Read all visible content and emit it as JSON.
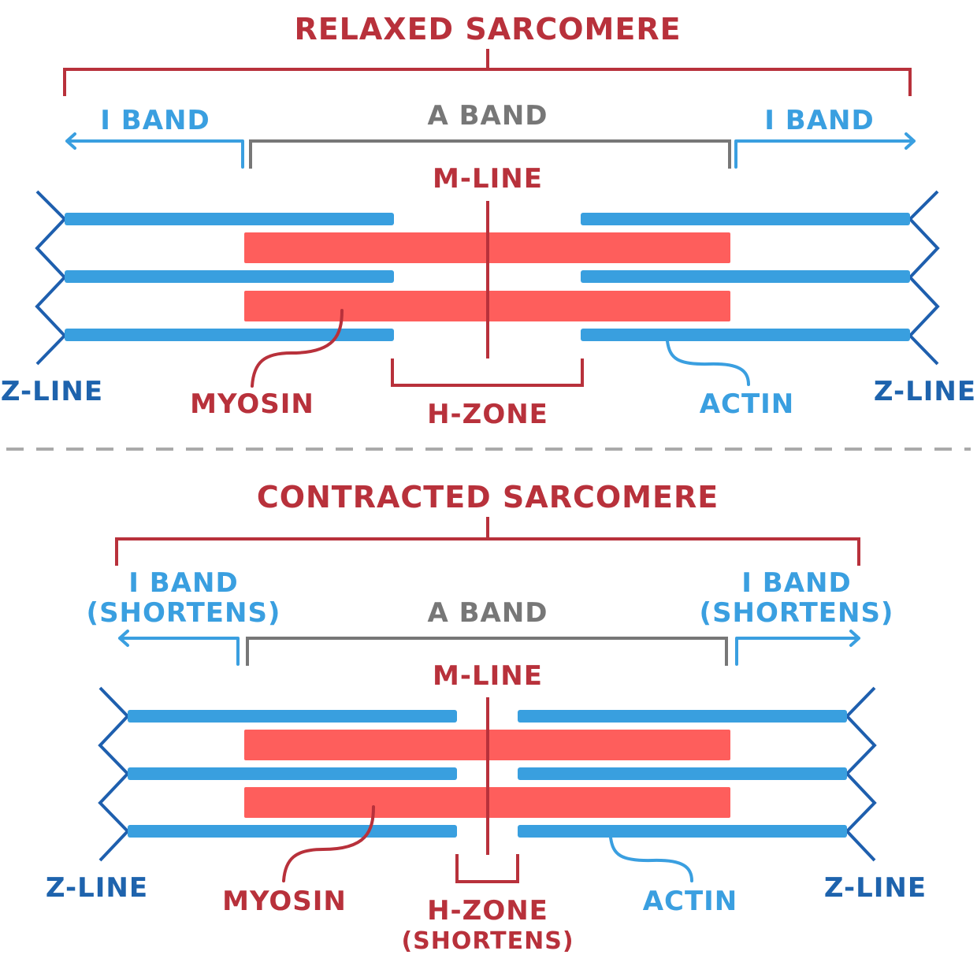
{
  "relaxed": {
    "title": "RELAXED SARCOMERE",
    "i_band_left": "I BAND",
    "i_band_right": "I BAND",
    "a_band": "A BAND",
    "m_line": "M-LINE",
    "z_line_left": "Z-LINE",
    "z_line_right": "Z-LINE",
    "myosin": "MYOSIN",
    "h_zone": "H-ZONE",
    "actin": "ACTIN"
  },
  "contracted": {
    "title": "CONTRACTED SARCOMERE",
    "i_band_left_1": "I BAND",
    "i_band_left_2": "(SHORTENS)",
    "i_band_right_1": "I BAND",
    "i_band_right_2": "(SHORTENS)",
    "a_band": "A BAND",
    "m_line": "M-LINE",
    "z_line_left": "Z-LINE",
    "z_line_right": "Z-LINE",
    "myosin": "MYOSIN",
    "h_zone_1": "H-ZONE",
    "h_zone_2": "(SHORTENS)",
    "actin": "ACTIN"
  },
  "colors": {
    "actin": "#399fdf",
    "myosin": "#fe5e5c",
    "z_line": "#1e5fae",
    "label_red": "#b8313b",
    "label_blue": "#3a9fe0",
    "a_band_grey": "#777777"
  }
}
